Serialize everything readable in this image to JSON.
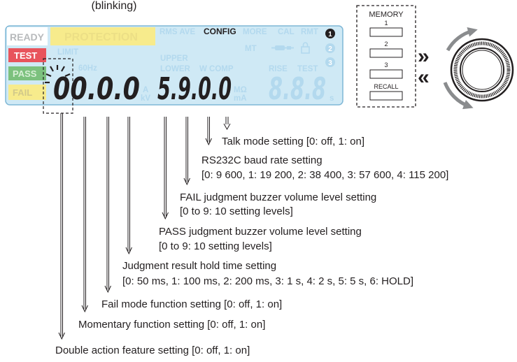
{
  "caption_top": "(blinking)",
  "panel": {
    "status": {
      "ready": "READY",
      "test": "TEST",
      "pass": "PASS",
      "fail": "FAIL"
    },
    "protection": "PROTECTION",
    "header_items": {
      "rms_ave": "RMS AVE",
      "config": "CONFIG",
      "more": "MORE",
      "cal": "CAL",
      "rmt": "RMT"
    },
    "mid_items": {
      "limit": "LIMIT",
      "hz": "60Hz",
      "mt": "MT",
      "upper": "UPPER",
      "lower": "LOWER",
      "wcomp": "W COMP",
      "rise": "RISE",
      "test": "TEST"
    },
    "units": {
      "a": "A",
      "kv": "kV",
      "mohm": "MΩ",
      "ma": "mA",
      "s": "s"
    },
    "badges": [
      "1",
      "2",
      "3"
    ],
    "display": {
      "left_digits": "00.0.0",
      "right_digits": "5.9.0.0",
      "dim_digits": "8.8.8"
    }
  },
  "memory": {
    "title": "MEMORY",
    "slots": [
      "1",
      "2",
      "3"
    ],
    "recall": "RECALL",
    "arrow_right": "»",
    "arrow_left": "«"
  },
  "annotations": [
    {
      "key": "talk_mode",
      "line1": "Talk mode setting  [0: off, 1: on]",
      "line2": ""
    },
    {
      "key": "baud_rate",
      "line1": "RS232C baud rate setting",
      "line2": "[0: 9 600, 1: 19 200, 2: 38 400, 3: 57 600, 4: 115 200]"
    },
    {
      "key": "fail_buzzer",
      "line1": "FAIL judgment buzzer volume level setting",
      "line2": "[0 to 9: 10 setting levels]"
    },
    {
      "key": "pass_buzzer",
      "line1": "PASS judgment buzzer volume level setting",
      "line2": "[0 to 9: 10 setting levels]"
    },
    {
      "key": "hold_time",
      "line1": "Judgment result hold time setting",
      "line2": "[0: 50 ms, 1: 100 ms, 2: 200 ms, 3: 1 s, 4: 2 s, 5: 5 s, 6: HOLD]"
    },
    {
      "key": "fail_mode",
      "line1": "Fail mode function setting  [0: off, 1: on]",
      "line2": ""
    },
    {
      "key": "momentary",
      "line1": "Momentary function setting  [0: off, 1: on]",
      "line2": ""
    },
    {
      "key": "double_action",
      "line1": "Double action feature setting  [0: off, 1: on]",
      "line2": ""
    }
  ],
  "colors": {
    "lcd_bg": "#cfe9f5",
    "lcd_border": "#7fb7d6",
    "dim_text": "#b3d9ee",
    "test_red": "#e8545c",
    "pass_green": "#7cc17e",
    "yellow": "#f7eb8c",
    "ink": "#231f20",
    "knob_arrow": "#8a8c8e"
  }
}
